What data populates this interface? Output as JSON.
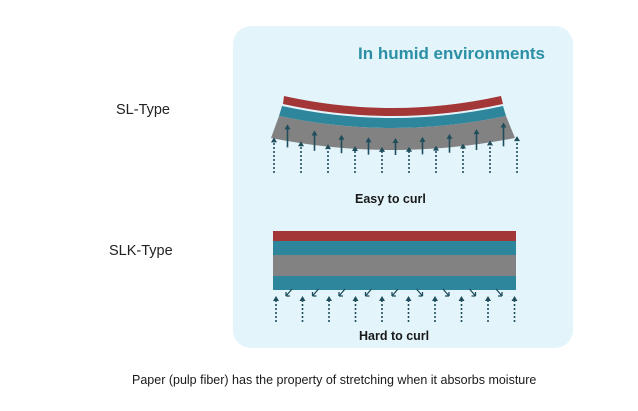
{
  "panel": {
    "title": "In humid environments",
    "bg_color": "#e3f4fb",
    "title_color": "#2b8fa6"
  },
  "sl": {
    "label": "SL-Type",
    "caption": "Easy to curl"
  },
  "slk": {
    "label": "SLK-Type",
    "caption": "Hard to curl"
  },
  "footer": "Paper (pulp fiber) has the property of stretching when it absorbs moisture",
  "colors": {
    "red_layer": "#a33636",
    "teal_layer": "#2e869c",
    "gray_layer": "#828282",
    "arrow": "#1f4d5c"
  }
}
